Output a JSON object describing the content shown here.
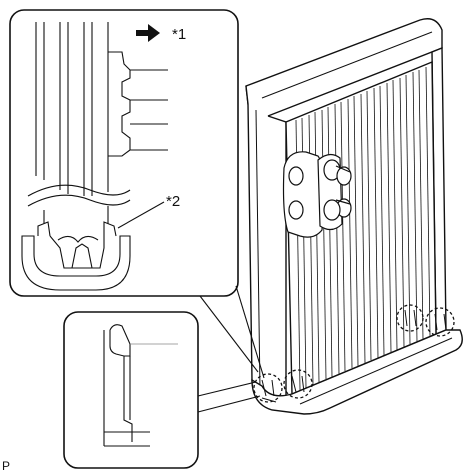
{
  "callouts": {
    "label_1": "*1",
    "label_2": "*2"
  },
  "figure_code": "P",
  "colors": {
    "line": "#111111",
    "background": "#ffffff"
  },
  "icons": {
    "direction_arrow": "right-arrow-icon"
  }
}
